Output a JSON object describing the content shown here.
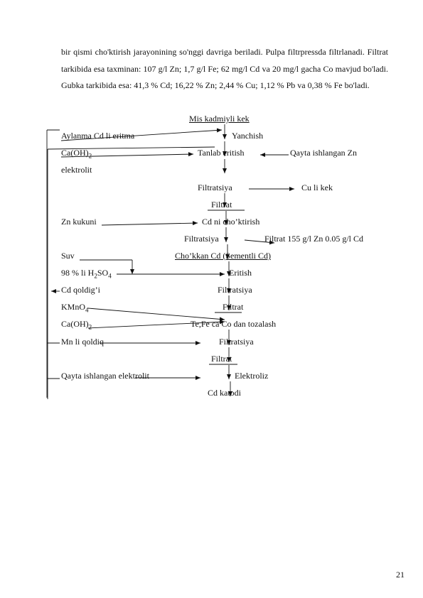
{
  "paragraph": "bir qismi cho'ktirish jarayonining so'nggi davriga beriladi. Pulpa filtrpressda filtrlanadi. Filtrat tarkibida esa taxminan: 107 g/l Zn; 1,7 g/l Fe; 62 mg/l Cd va 20 mg/l gacha Co mavjud bo'ladi. Gubka tarkibida esa: 41,3 % Cd; 16,22 % Zn; 2,44 % Cu; 1,12 % Pb va 0,38 % Fe bo'ladi.",
  "diagram": {
    "mis_kadmiyli_kek": "Mis kadmiyli kek",
    "aylanma_cd": "Aylanma Cd li eritma",
    "yanchish": "Yanchish",
    "caoh2_1_base": "Ca(OH)",
    "caoh2_1_sub": "2",
    "tanlab_eritish": "Tanlab eritish",
    "qayta_zn": "Qayta ishlangan Zn",
    "elektrolit": "elektrolit",
    "filtratsiya_1": "Filtratsiya",
    "cu_li_kek": "Cu li kek",
    "filtrat_1": "Filtrat",
    "zn_kukuni": "Zn kukuni",
    "cd_ni_choktirish": "Cd ni cho’ktirish",
    "filtratsiya_2": "Filtratsiya",
    "filtrat_composition": "Filtrat 155 g/l Zn 0.05 g/l Cd",
    "suv": "Suv",
    "chokkan_cd": "Cho’kkan Cd (Sementli Cd)",
    "h2so4_prefix": "98 % li H",
    "h2so4_sub1": "2",
    "h2so4_mid": "SO",
    "h2so4_sub2": "4",
    "eritish": "Eritish",
    "cd_qoldigi": "Cd qoldig’i",
    "filtratsiya_3": "Filtratsiya",
    "kmno4_base": "KMnO",
    "kmno4_sub": "4",
    "filtrat_2": "Filtrat",
    "caoh2_2_base": "Ca(OH)",
    "caoh2_2_sub": "2",
    "tozalash": "Te,Fe ca Co dan tozalash",
    "mn_li_qoldiq": "Mn li qoldiq",
    "filtratsiya_4": "Filtratsiya",
    "filtrat_3": "Filtrat",
    "qayta_elektrolit": "Qayta ishlangan elektrolit",
    "elektroliz": "Elektroliz",
    "cd_katodi": "Cd katodi"
  },
  "page_number": "21"
}
